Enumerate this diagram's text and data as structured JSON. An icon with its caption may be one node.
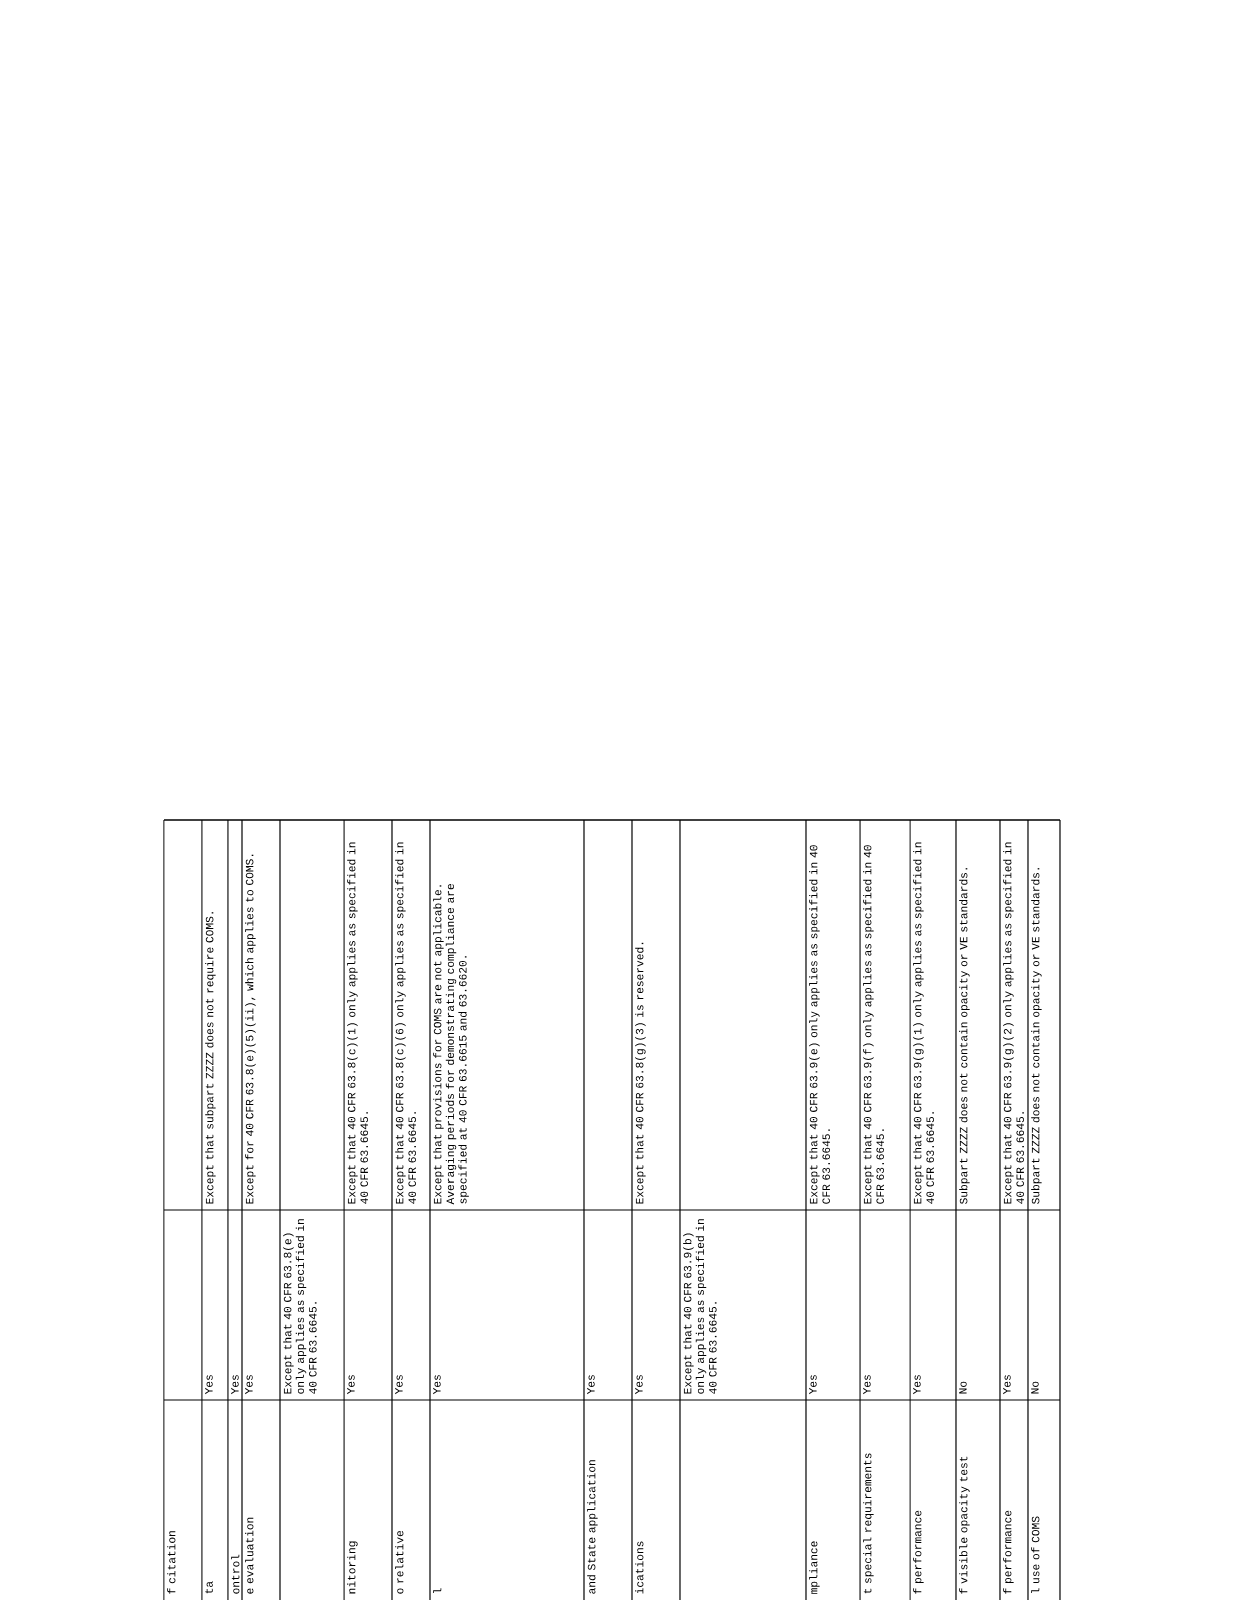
{
  "diagram": {
    "labels": [
      "f citation",
      "ta",
      "Yes",
      "Except that subpart ZZZZ does not require COMS.",
      "ontrol",
      "Yes",
      "e evaluation",
      "Yes",
      "Except for 40 CFR 63.8(e)(5)(ii), which applies to COMS.",
      "Except that 40 CFR 63.8(e) only applies as specified in 40 CFR 63.6645.",
      "nitoring",
      "Yes",
      "Except that 40 CFR 63.8(c)(1) only applies as specified in 40 CFR 63.6645.",
      "o relative",
      "Yes",
      "Except that 40 CFR 63.8(c)(6) only applies as specified in 40 CFR 63.6645.",
      "l",
      "Yes",
      "Except that provisions for COMS are not applicable. Averaging periods for demonstrating compliance are specified at 40 CFR 63.6615 and 63.6620.",
      "and State application",
      "Yes",
      "ications",
      "Yes",
      "Except that 40 CFR 63.8(g)(3) is reserved.",
      "Except that 40 CFR 63.9(b) only applies as specified in 40 CFR 63.6645.",
      "mpliance",
      "Yes",
      "Except that 40 CFR 63.9(e) only applies as specified in 40 CFR 63.6645.",
      "t special requirements",
      "Yes",
      "Except that 40 CFR 63.9(f) only applies as specified in 40 CFR 63.6645.",
      "f performance",
      "Yes",
      "Except that 40 CFR 63.9(g)(1) only applies as specified in 40 CFR 63.6645.",
      "f visible opacity test",
      "No",
      "Subpart ZZZZ does not contain opacity or VE standards.",
      "f performance",
      "Yes",
      "Except that 40 CFR 63.9(g)(2) only applies as specified in 40 CFR 63.6645.",
      "l use of COMS",
      "No",
      "Subpart ZZZZ does not contain opacity or VE standards."
    ]
  }
}
